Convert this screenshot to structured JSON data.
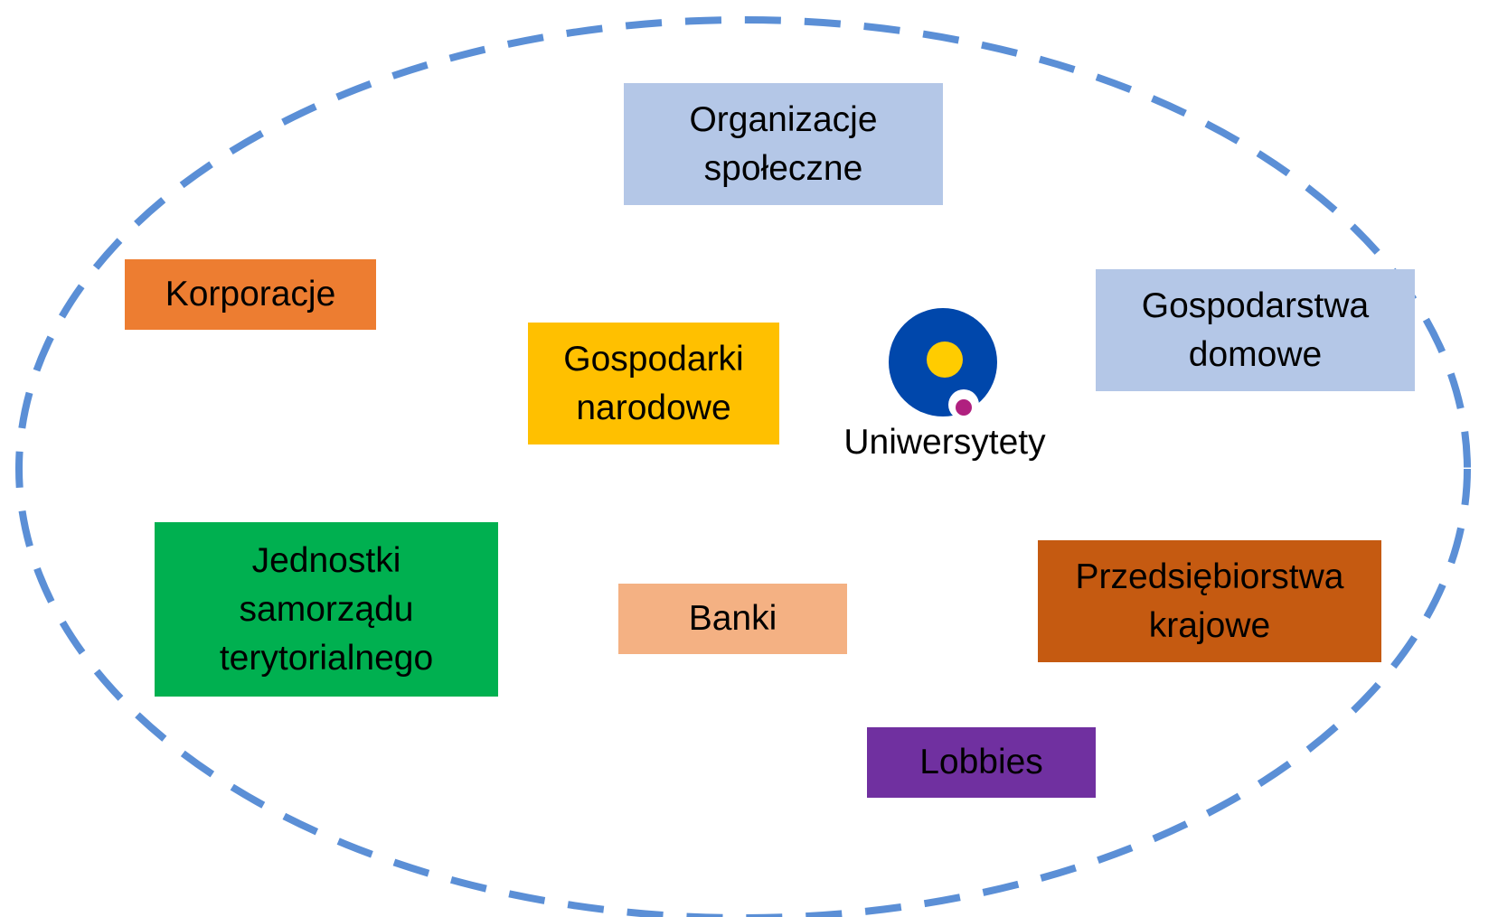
{
  "colors": {
    "ellipse_stroke": "#5B8FD6",
    "light_blue": "#B4C7E7",
    "orange": "#ED7D31",
    "gold": "#FFC000",
    "green": "#00B050",
    "peach": "#F4B183",
    "rust": "#C55A11",
    "purple": "#7030A0",
    "logo_blue": "#0047AB",
    "logo_yellow": "#FFCC00",
    "logo_magenta": "#B0207F"
  },
  "boxes": {
    "organizacje": {
      "label": "Organizacje\nspołeczne"
    },
    "korporacje": {
      "label": "Korporacje"
    },
    "gospodarstwa": {
      "label": "Gospodarstwa\ndomowe"
    },
    "gospodarki": {
      "label": "Gospodarki\nnarodowe"
    },
    "jednostki": {
      "label": "Jednostki\nsamorządu\nterytorialnego"
    },
    "banki": {
      "label": "Banki"
    },
    "przedsiebiorstwa": {
      "label": "Przedsiębiorstwa\nkrajowe"
    },
    "lobbies": {
      "label": "Lobbies"
    }
  },
  "center": {
    "label": "Uniwersytety",
    "icon": "university-logo-icon"
  }
}
